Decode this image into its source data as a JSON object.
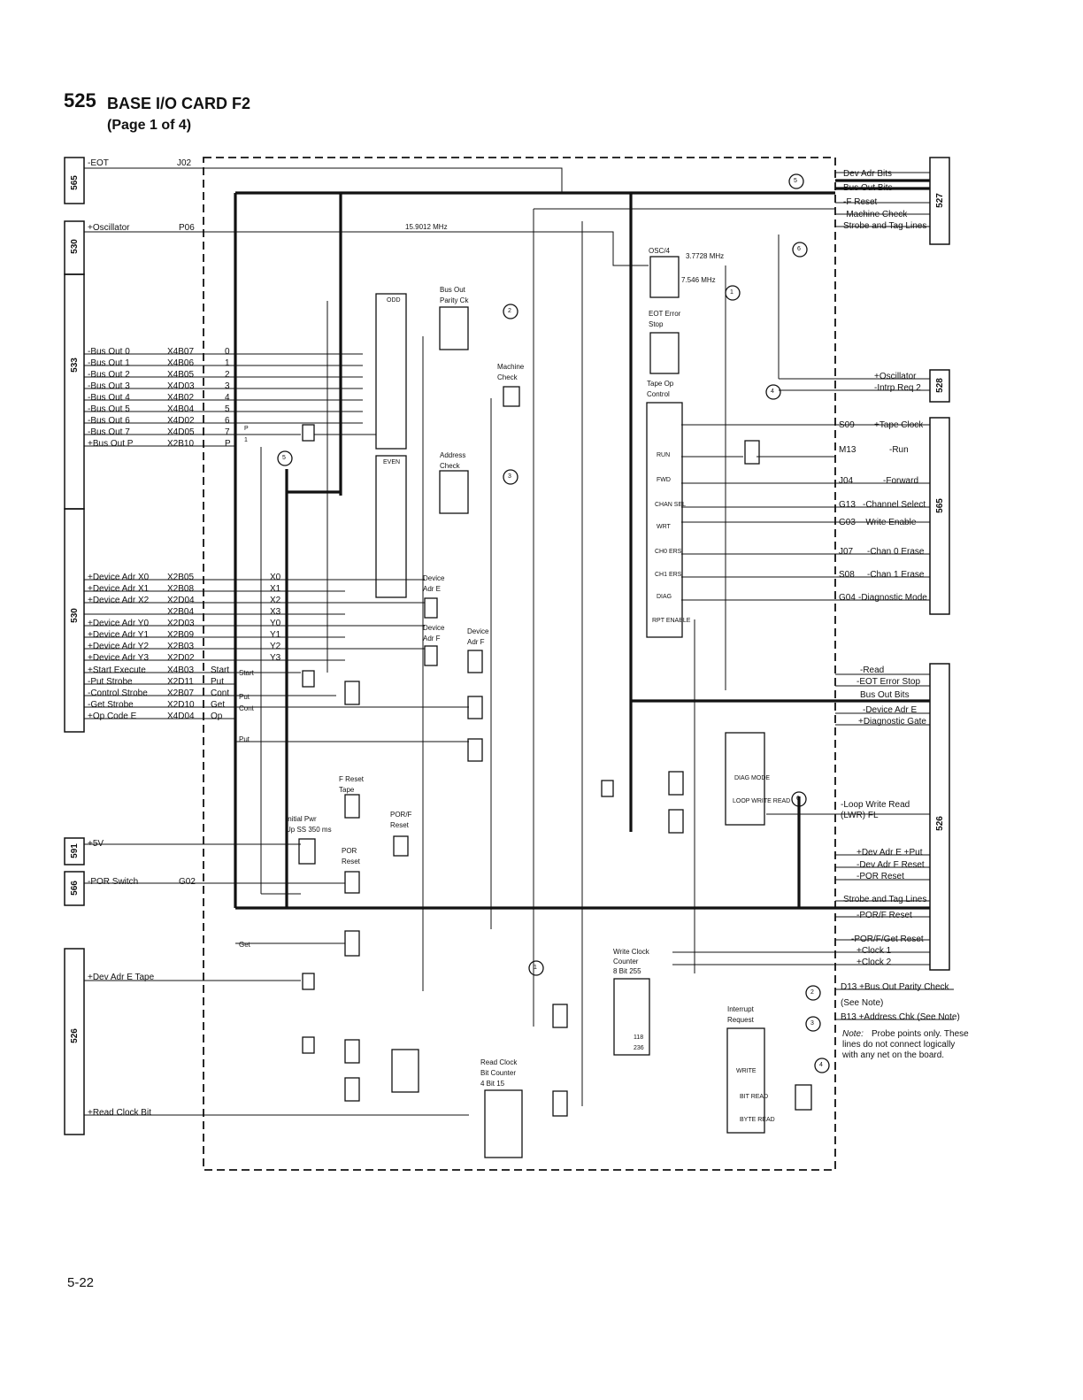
{
  "header": {
    "page_number": "525",
    "title": "BASE I/O CARD F2",
    "subtitle": "(Page 1 of 4)"
  },
  "footer": {
    "page_ref": "5-22"
  },
  "left_connectors": [
    {
      "id": "565",
      "signals": [
        {
          "name": "-EOT",
          "pin": "J02"
        }
      ]
    },
    {
      "id": "530",
      "signals": [
        {
          "name": "+Oscillator",
          "pin": "P06"
        }
      ]
    },
    {
      "id": "533",
      "signals": [
        {
          "name": "-Bus Out 0",
          "pin": "X4B07",
          "bit": "0"
        },
        {
          "name": "-Bus Out 1",
          "pin": "X4B06",
          "bit": "1"
        },
        {
          "name": "-Bus Out 2",
          "pin": "X4B05",
          "bit": "2"
        },
        {
          "name": "-Bus Out 3",
          "pin": "X4D03",
          "bit": "3"
        },
        {
          "name": "-Bus Out 4",
          "pin": "X4B02",
          "bit": "4"
        },
        {
          "name": "-Bus Out 5",
          "pin": "X4B04",
          "bit": "5"
        },
        {
          "name": "-Bus Out 6",
          "pin": "X4D02",
          "bit": "6"
        },
        {
          "name": "-Bus Out 7",
          "pin": "X4D05",
          "bit": "7"
        },
        {
          "name": "+Bus Out P",
          "pin": "X2B10",
          "bit": "P"
        }
      ]
    },
    {
      "id": "530",
      "signals": [
        {
          "name": "+Device Adr X0",
          "pin": "X2B05",
          "bit": "X0"
        },
        {
          "name": "+Device Adr X1",
          "pin": "X2B08",
          "bit": "X1"
        },
        {
          "name": "+Device Adr X2",
          "pin": "X2D04",
          "bit": "X2"
        },
        {
          "name": "",
          "pin": "X2B04",
          "bit": "X3"
        },
        {
          "name": "+Device Adr Y0",
          "pin": "X2D03",
          "bit": "Y0"
        },
        {
          "name": "+Device Adr Y1",
          "pin": "X2B09",
          "bit": "Y1"
        },
        {
          "name": "+Device Adr Y2",
          "pin": "X2B03",
          "bit": "Y2"
        },
        {
          "name": "+Device Adr Y3",
          "pin": "X2D02",
          "bit": "Y3"
        },
        {
          "name": "+Start Execute",
          "pin": "X4B03",
          "bit": "Start"
        },
        {
          "name": "-Put Strobe",
          "pin": "X2D11",
          "bit": "Put"
        },
        {
          "name": "-Control Strobe",
          "pin": "X2B07",
          "bit": "Cont"
        },
        {
          "name": "-Get Strobe",
          "pin": "X2D10",
          "bit": "Get"
        },
        {
          "name": "+Op Code E",
          "pin": "X4D04",
          "bit": "Op"
        }
      ]
    },
    {
      "id": "591",
      "signals": [
        {
          "name": "+5V",
          "pin": ""
        }
      ]
    },
    {
      "id": "566",
      "signals": [
        {
          "name": "-POR Switch",
          "pin": "G02"
        }
      ]
    },
    {
      "id": "526",
      "signals": [
        {
          "name": "+Dev Adr E Tape",
          "pin": ""
        },
        {
          "name": "+Read Clock Bit",
          "pin": ""
        }
      ]
    }
  ],
  "right_connectors": [
    {
      "id": "527",
      "signals": [
        "Dev Adr Bits",
        "Bus Out Bits",
        "-F Reset",
        "-Machine Check",
        "Strobe and Tag Lines"
      ]
    },
    {
      "id": "528",
      "signals": [
        "+Oscillator",
        "-Intrp Req 2"
      ]
    },
    {
      "id": "565",
      "signals": [
        {
          "pin": "S09",
          "name": "+Tape Clock"
        },
        {
          "pin": "M13",
          "name": "-Run"
        },
        {
          "pin": "J04",
          "name": "-Forward"
        },
        {
          "pin": "G13",
          "name": "-Channel Select"
        },
        {
          "pin": "G03",
          "name": "-Write Enable"
        },
        {
          "pin": "J07",
          "name": "-Chan 0 Erase"
        },
        {
          "pin": "S08",
          "name": "-Chan 1 Erase"
        },
        {
          "pin": "G04",
          "name": "-Diagnostic Mode"
        }
      ]
    },
    {
      "id": "526",
      "signals": [
        "-Read",
        "-EOT Error Stop",
        "Bus Out Bits",
        "-Device Adr E",
        "+Diagnostic Gate",
        "-Loop Write Read",
        "(LWR) FL",
        "+Dev Adr E +Put",
        "-Dev Adr F Reset",
        "-POR Reset",
        "Strobe and Tag Lines",
        "-POR/F Reset",
        "-POR/F/Get Reset",
        "+Clock 1",
        "+Clock 2"
      ]
    }
  ],
  "probe_notes": {
    "d13": "D13 +Bus Out Parity Check",
    "see_note": "(See Note)",
    "b13": "B13  +Address Chk (See Note)",
    "note_label": "Note:",
    "note_text": [
      "Probe points only.  These",
      "lines do not connect logically",
      "with any net on the board."
    ]
  },
  "blocks": {
    "odd": "ODD",
    "even": "EVEN",
    "bus_out_parity": [
      "Bus Out",
      "Parity Ck"
    ],
    "address_check": [
      "Address",
      "Check"
    ],
    "machine_check": [
      "Machine",
      "Check"
    ],
    "device_adr_e": [
      "Device",
      "Adr E"
    ],
    "device_adr_f1": [
      "Device",
      "Adr F"
    ],
    "device_adr_f2": [
      "Device",
      "Adr F"
    ],
    "osc": "OSC/4",
    "osc_freq1": "3.7728 MHz",
    "osc_freq2": "7.546 MHz",
    "osc_in": "15.9012 MHz",
    "eot_error": [
      "EOT Error",
      "Stop"
    ],
    "tape_op": [
      "Tape Op",
      "Control"
    ],
    "reg_bits": [
      "RUN",
      "FWD",
      "CHAN SEL",
      "WRT",
      "CH0 ERS",
      "CH1 ERS",
      "DIAG",
      "RPT ENABLE"
    ],
    "f_reset_tape": [
      "F Reset",
      "Tape"
    ],
    "initial_pwr": [
      "Initial Pwr",
      "Up SS 350 ms"
    ],
    "por_f_reset": [
      "POR/F",
      "Reset"
    ],
    "por_reset": [
      "POR",
      "Reset"
    ],
    "diag_mode": "DIAG MODE",
    "loop_write_read": "LOOP WRITE READ",
    "write_clock": [
      "Write Clock",
      "Counter",
      "8 Bit 255"
    ],
    "read_clock": [
      "Read Clock",
      "Bit Counter",
      "4 Bit 15"
    ],
    "interrupt": [
      "Interrupt",
      "Request"
    ],
    "write": "WRITE",
    "bit_read": "BIT READ",
    "byte_read": "BYTE READ",
    "counts": [
      "118",
      "236"
    ],
    "wire_labels": {
      "start": "Start",
      "put": "Put",
      "cont": "Cont",
      "get": "Get",
      "p": "P",
      "one": "1"
    }
  },
  "probe_points": [
    "1",
    "2",
    "3",
    "4",
    "5",
    "6"
  ]
}
